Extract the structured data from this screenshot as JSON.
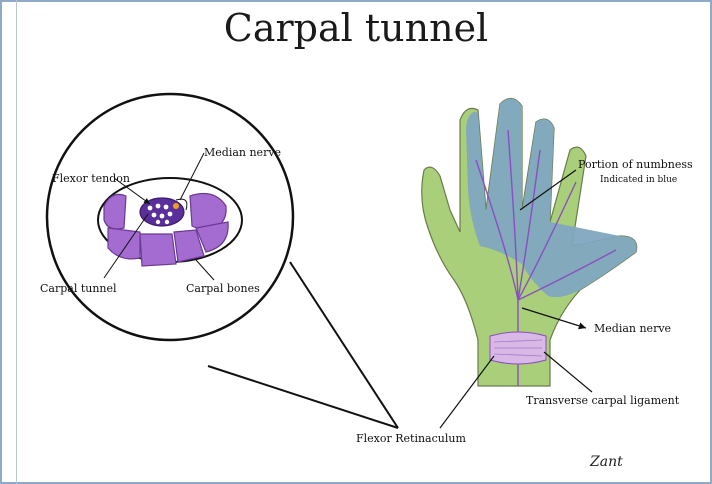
{
  "title": "Carpal tunnel",
  "labels": {
    "median_nerve_cross": "Median nerve",
    "flexor_tendon": "Flexor tendon",
    "carpal_tunnel": "Carpal tunnel",
    "carpal_bones": "Carpal bones",
    "numbness": "Portion of numbness",
    "numbness_sub": "Indicated in blue",
    "median_nerve_hand": "Median nerve",
    "transverse_ligament": "Transverse carpal ligament",
    "flexor_retinaculum": "Flexor Retinaculum"
  },
  "signature": "Zant",
  "colors": {
    "palm_green": "#a9cf7a",
    "numb_blue": "#7fa7c0",
    "nerve_purple": "#8a4fc0",
    "bone_purple": "#a46bd0",
    "ligament": "#d9b8e6"
  }
}
